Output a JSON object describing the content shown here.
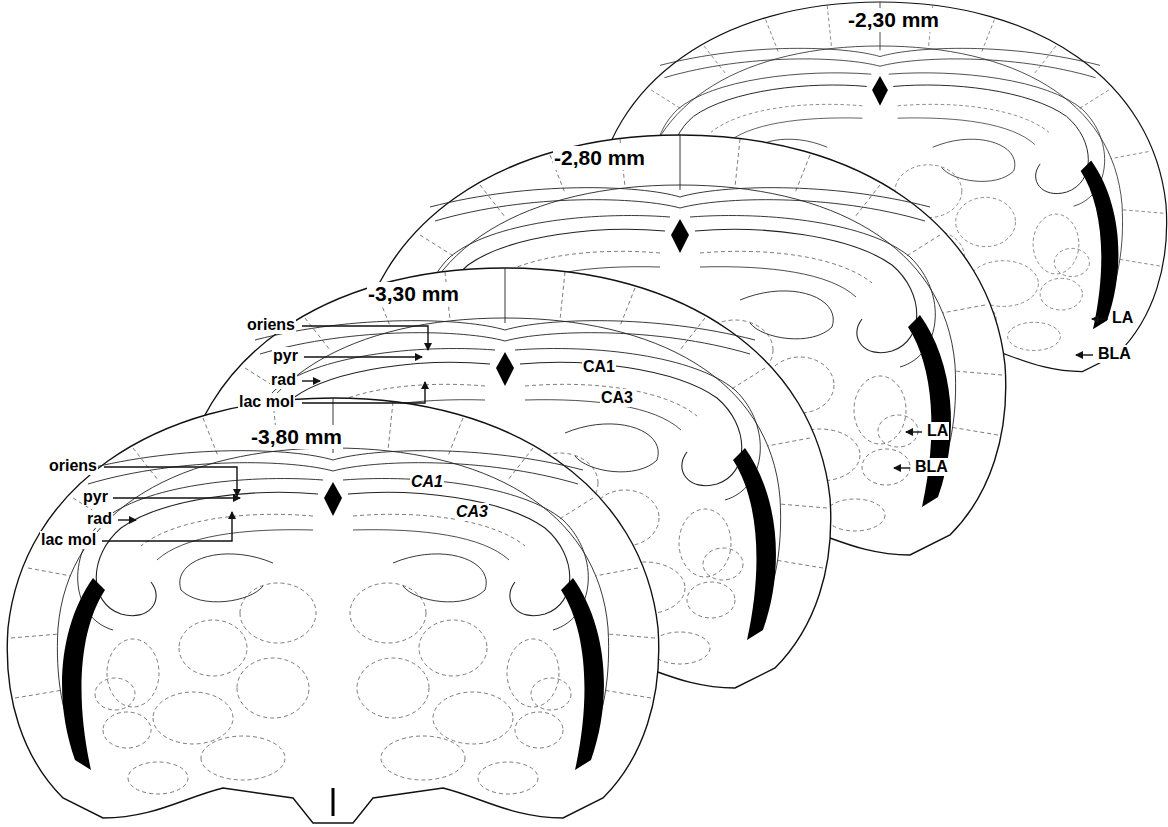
{
  "diagram": {
    "labels": [
      "-2,30 mm",
      "-2,80 mm",
      "LA",
      "BLA",
      "LA",
      "BLA",
      "-3,30 mm",
      "oriens",
      "pyr",
      "rad",
      "lac mol",
      "CA1",
      "CA3",
      "-3,80 mm",
      "oriens",
      "pyr",
      "rad",
      "lac mol",
      "CA1",
      "CA3"
    ]
  }
}
